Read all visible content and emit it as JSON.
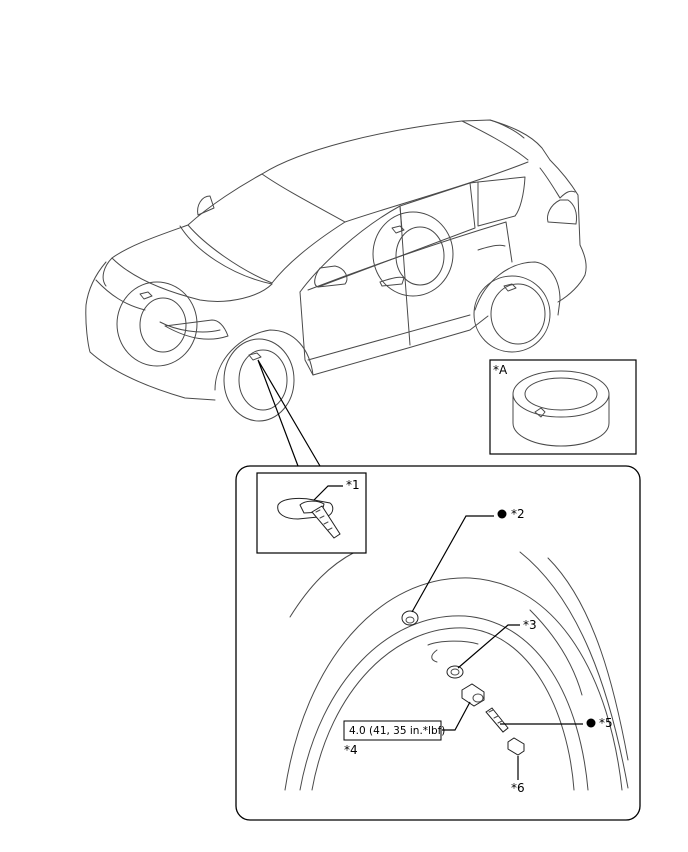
{
  "callouts": {
    "c1": "*1",
    "c2": "*2",
    "c3": "*3",
    "c4": "*4",
    "c5": "*5",
    "c6": "*6",
    "cA": "*A"
  },
  "torque_spec": "4.0 (41, 35 in.*lbf)",
  "symbols": {
    "non_reusable_marker": "filled-circle-icon"
  }
}
